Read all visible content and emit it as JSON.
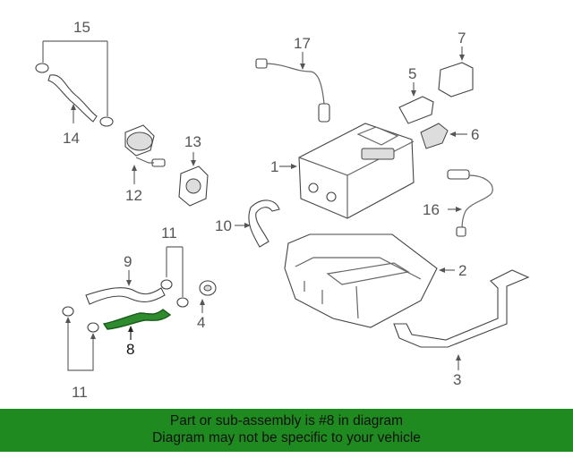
{
  "diagram": {
    "callouts": {
      "c1": "1",
      "c2": "2",
      "c3": "3",
      "c4": "4",
      "c5": "5",
      "c6": "6",
      "c7": "7",
      "c8": "8",
      "c9": "9",
      "c10": "10",
      "c11a": "11",
      "c11b": "11",
      "c12": "12",
      "c13": "13",
      "c14": "14",
      "c15": "15",
      "c16": "16",
      "c17": "17"
    },
    "highlight_color": "#2e8b2e"
  },
  "banner": {
    "line1": "Part or sub-assembly is #8 in diagram",
    "line2": "Diagram may not be specific to your vehicle",
    "background": "#1f8a1f"
  }
}
